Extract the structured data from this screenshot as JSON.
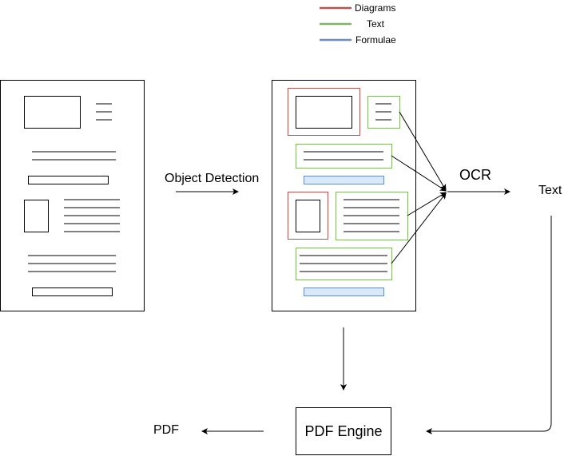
{
  "legend": {
    "items": [
      {
        "label": "Diagrams",
        "color": "#b85450"
      },
      {
        "label": "Text",
        "color": "#82b366"
      },
      {
        "label": "Formulae",
        "color": "#6c8ebf"
      }
    ]
  },
  "labels": {
    "object_detection": "Object Detection",
    "ocr": "OCR",
    "text": "Text",
    "pdf": "PDF",
    "pdf_engine": "PDF Engine"
  },
  "colors": {
    "diagram": "#b85450",
    "text": "#82b366",
    "formula_stroke": "#6c8ebf",
    "formula_fill": "#dae8fc",
    "line": "#000000"
  }
}
